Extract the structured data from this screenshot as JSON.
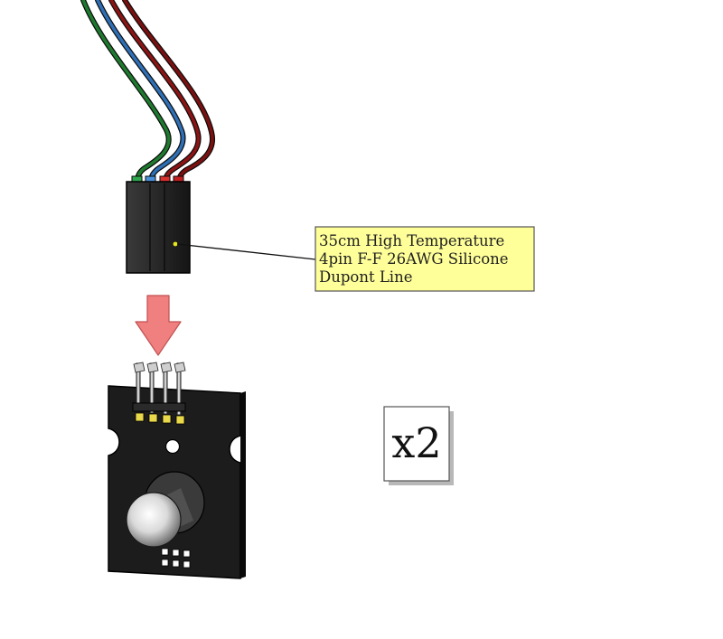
{
  "callout": {
    "lines": [
      "35cm High Temperature",
      "4pin F-F 26AWG Silicone",
      "Dupont Line"
    ],
    "background": "#FFFF99"
  },
  "quantity": {
    "label": "x2"
  },
  "colors": {
    "wire_blue": "#2E6FB5",
    "wire_green": "#1E7A2E",
    "wire_red": "#8B1414",
    "connector": "#111111",
    "arrow": "#F08080",
    "module_board": "#1C1C1C"
  }
}
